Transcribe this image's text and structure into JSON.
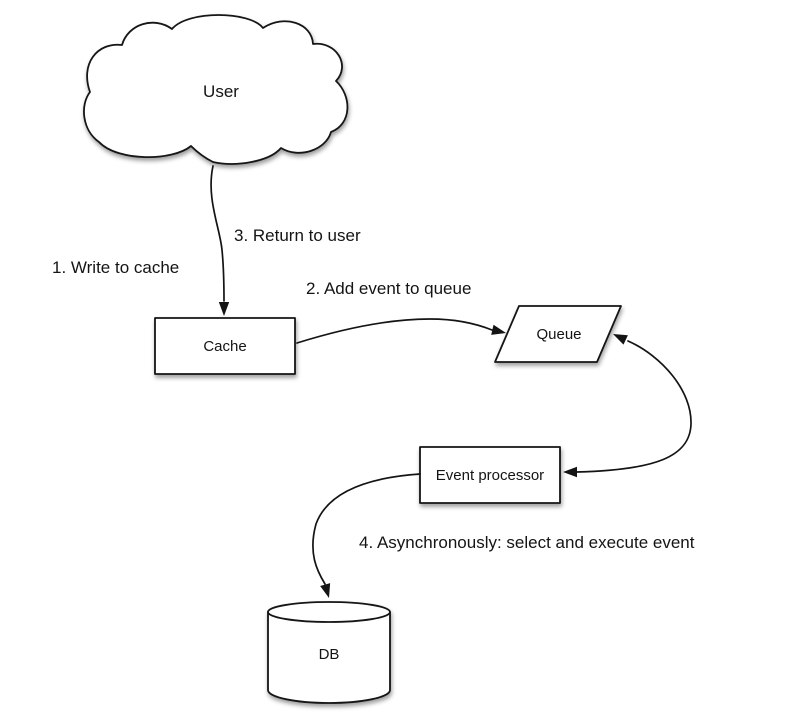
{
  "diagram": {
    "background_color": "#ffffff",
    "stroke_color": "#141414",
    "text_color": "#141414",
    "nodes": {
      "user": "User",
      "cache": "Cache",
      "queue": "Queue",
      "event_processor": "Event processor",
      "db": "DB"
    },
    "steps": {
      "step1": "1. Write to cache",
      "step2": "2. Add event to queue",
      "step3": "3. Return to user",
      "step4": "4. Asynchronously: select and execute event"
    }
  }
}
